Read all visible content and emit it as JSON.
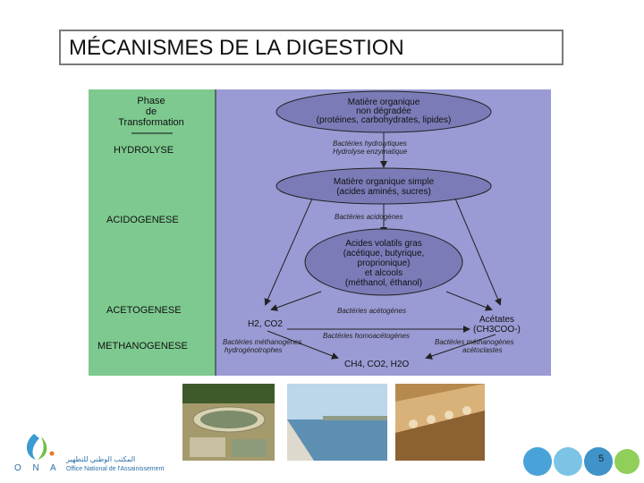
{
  "slide": {
    "title": "MÉCANISMES DE LA DIGESTION",
    "page_number": "5"
  },
  "diagram": {
    "left_header": [
      "Phase",
      "de",
      "Transformation"
    ],
    "phases": [
      "HYDROLYSE",
      "ACIDOGENESE",
      "ACETOGENESE",
      "METHANOGENESE"
    ],
    "nodes": {
      "organic_matter": [
        "Matière organique",
        "non dégradée",
        "(protéines, carbohydrates, lipides)"
      ],
      "simple_matter": [
        "Matière organique simple",
        "(acides aminés, sucres)"
      ],
      "volatile_acids": [
        "Acides volatils gras",
        "(acétique, butyrique,",
        "proprionique)",
        "et alcools",
        "(méthanol, éthanol)"
      ]
    },
    "labels": {
      "hydrolytic_bacteria": [
        "Bactéries hydrolytiques",
        "Hydrolyse enzymatique"
      ],
      "acidogenic_bacteria": "Bactéries acidogènes",
      "acetogenic_bacteria": "Bactéries acétogènes",
      "h2_co2": "H2, CO2",
      "acetates": [
        "Acétates",
        "(CH3COO-)"
      ],
      "homoacetogenic": "Bactéries homoacétogènes",
      "methanogens_h": [
        "Bactéries méthanogènes",
        "hydrogénotrophes"
      ],
      "methanogens_a": [
        "Bactéries méthanogènes",
        "acétoclastes"
      ],
      "products": "CH4, CO2, H2O"
    },
    "colors": {
      "left_panel": "#7dc98f",
      "right_panel": "#9a9ad4",
      "ellipse": "#7b7bb8"
    }
  },
  "logo": {
    "arabic_name": "المكتب الوطني للتطهير",
    "french_name": "Office National de l'Assainissement",
    "letters": "O N A"
  }
}
